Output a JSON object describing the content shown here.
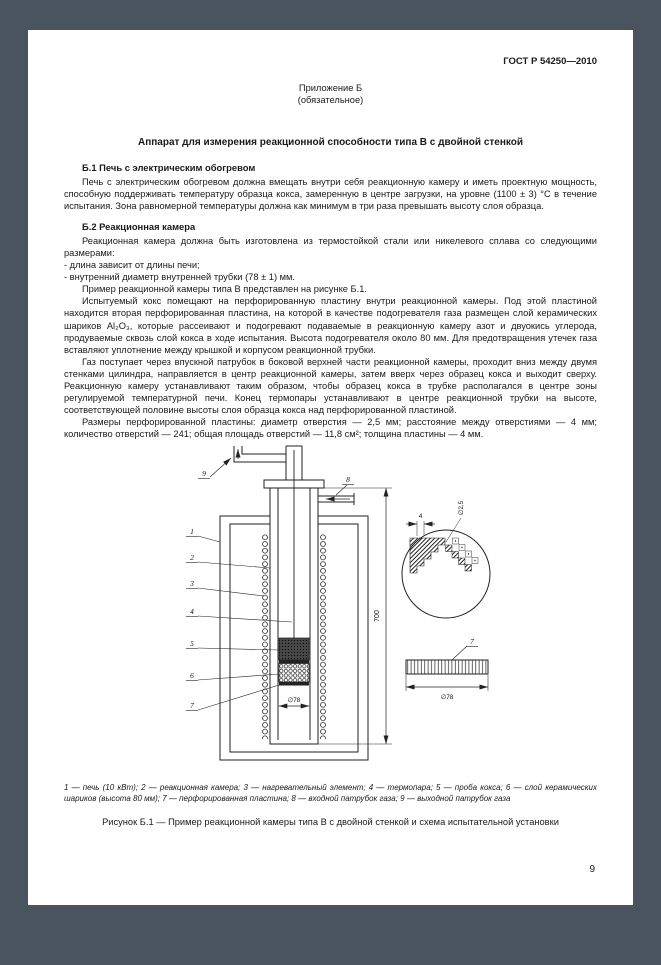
{
  "doc": {
    "header": "ГОСТ Р 54250—2010",
    "annex_title": "Приложение Б",
    "annex_subtitle": "(обязательное)",
    "title": "Аппарат для измерения реакционной способности типа В с двойной стенкой",
    "page_number": "9"
  },
  "b1": {
    "heading": "Б.1 Печь с электрическим обогревом",
    "p1": "Печь с электрическим обогревом должна вмещать внутри себя реакционную камеру и иметь проектную мощность, способную поддерживать температуру образца кокса, замеренную в центре загрузки, на уровне (1100 ± 3) °С в течение испытания. Зона равномерной температуры должна как минимум в три раза превышать высоту слоя образца."
  },
  "b2": {
    "heading": "Б.2 Реакционная камера",
    "p1": "Реакционная камера должна быть изготовлена из термостойкой стали или никелевого сплава со следующими размерами:",
    "li1": "- длина зависит от длины печи;",
    "li2": "- внутренний диаметр внутренней трубки (78 ± 1) мм.",
    "p2": "Пример реакционной камеры типа В представлен на рисунке Б.1.",
    "p3": "Испытуемый кокс помещают на перфорированную пластину внутри реакционной камеры. Под этой пластиной находится вторая перфорированная пластина, на которой в качестве подогревателя газа размещен слой керамических шариков Al₂O₃, которые рассеивают и подогревают подаваемые в реакционную камеру азот и двуокись углерода, продуваемые сквозь слой кокса в ходе испытания. Высота подогревателя около 80 мм. Для предотвращения утечек газа вставляют уплотнение между крышкой и корпусом реакционной трубки.",
    "p4": "Газ поступает через впускной патрубок в боковой верхней части реакционной камеры, проходит вниз между двумя стенками цилиндра, направляется в центр реакционной камеры, затем вверх через образец кокса и выходит сверху. Реакционную камеру устанавливают таким образом, чтобы образец кокса в трубке располагался в центре зоны регулируемой температурной печи. Конец термопары устанавливают в центре реакционной трубки на высоте, соответствующей половине высоты слоя образца кокса над перфорированной пластиной.",
    "p5": "Размеры перфорированной пластины: диаметр отверстия — 2,5 мм; расстояние между отверстиями — 4 мм; количество отверстий — 241; общая площадь отверстий — 11,8 см²; толщина пластины — 4 мм."
  },
  "figure": {
    "callouts": [
      "1",
      "2",
      "3",
      "4",
      "5",
      "6",
      "7",
      "8",
      "9"
    ],
    "dims": {
      "chamber_height": "700",
      "tube_inner": "∅78",
      "hole_spacing": "4",
      "hole_diameter": "∅2,5",
      "plate_diameter": "∅78"
    },
    "legend": "1 — печь (10 кВт); 2 — реакционная камера; 3 — нагревательный элемент; 4 — термопара; 5 — проба кокса; 6 — слой керамических шариков (высота 80 мм); 7 — перфорированная пластина; 8 — входной патрубок газа; 9 — выходной патрубок газа",
    "caption": "Рисунок Б.1 — Пример реакционной камеры типа В с двойной стенкой и схема испытательной установки"
  }
}
